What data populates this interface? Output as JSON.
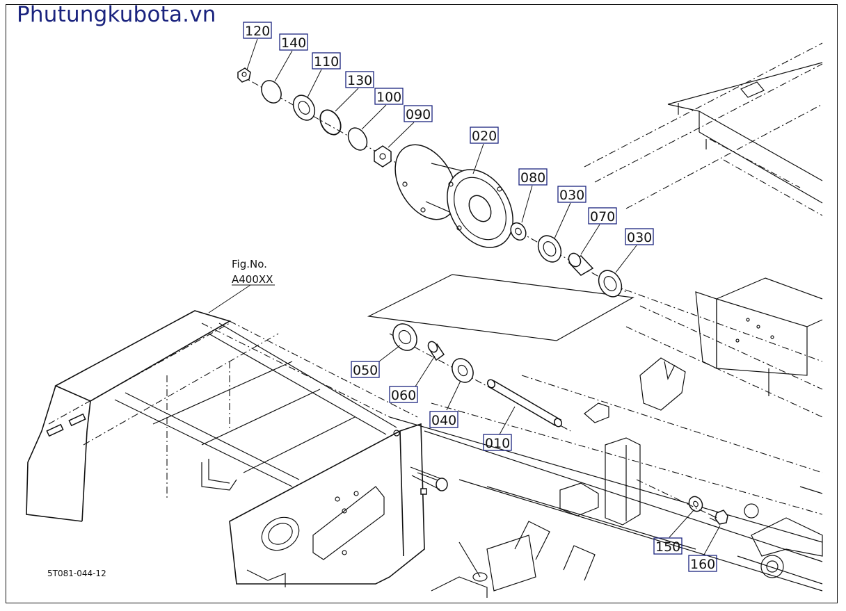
{
  "watermark": "Phutungkubota.vn",
  "figure_reference": {
    "label": "Fig.No.",
    "code": "A400XX"
  },
  "drawing_code": "5T081-044-12",
  "callouts": [
    "120",
    "140",
    "110",
    "130",
    "100",
    "090",
    "020",
    "080",
    "030",
    "070",
    "030",
    "050",
    "060",
    "040",
    "010",
    "150",
    "160"
  ],
  "colors": {
    "callout_border": "#1a237e",
    "watermark": "#1a237e",
    "line": "#111111"
  }
}
